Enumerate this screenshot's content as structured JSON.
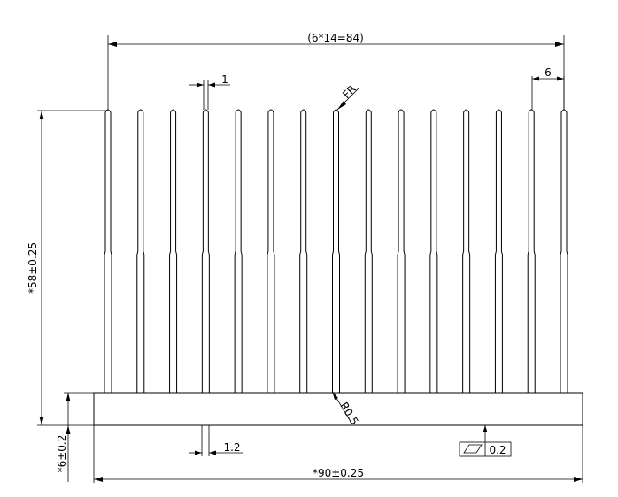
{
  "dimensions": {
    "pitch_total": "(6*14=84)",
    "pitch": "6",
    "fin_tip_thickness": "1",
    "fin_root_thickness": "1.2",
    "fin_radius": "FR",
    "root_radius": "R0.5",
    "overall_height": "*58±0.25",
    "base_thickness": "*6±0.2",
    "overall_width": "*90±0.25",
    "flatness_value": "0.2"
  },
  "fins": {
    "count": 15
  },
  "icons": {
    "flatness": "parallelogram-icon"
  }
}
